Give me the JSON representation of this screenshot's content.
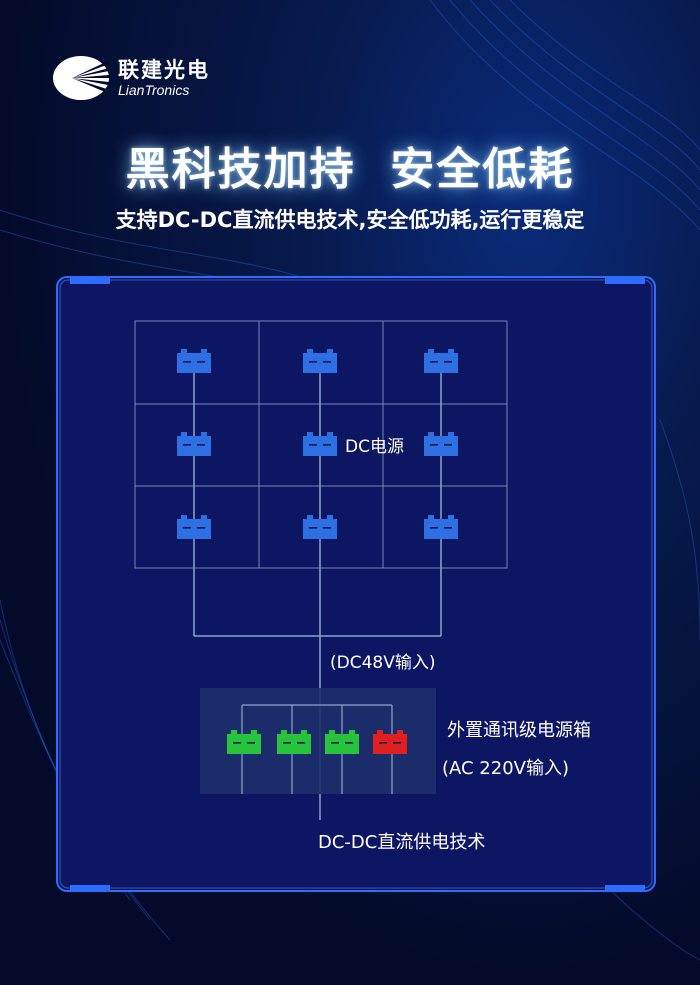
{
  "brand": {
    "name_cn": "联建光电",
    "name_en": "LianTronics"
  },
  "headline": "黑科技加持  安全低耗",
  "subheadline": "支持DC-DC直流供电技术,安全低功耗,运行更稳定",
  "diagram": {
    "dc_label": "DC电源",
    "dc_input_label": "(DC48V输入)",
    "box_label": "外置通讯级电源箱",
    "ac_input_label": "(AC 220V输入)",
    "tech_label": "DC-DC直流供电技术"
  },
  "colors": {
    "battery_blue": "#2f6fe4",
    "battery_green": "#26c43a",
    "battery_red": "#e01f1f",
    "frame": "#2e6bff"
  },
  "icons": {
    "battery": "battery-icon",
    "logo": "liantronics-logo-icon"
  }
}
